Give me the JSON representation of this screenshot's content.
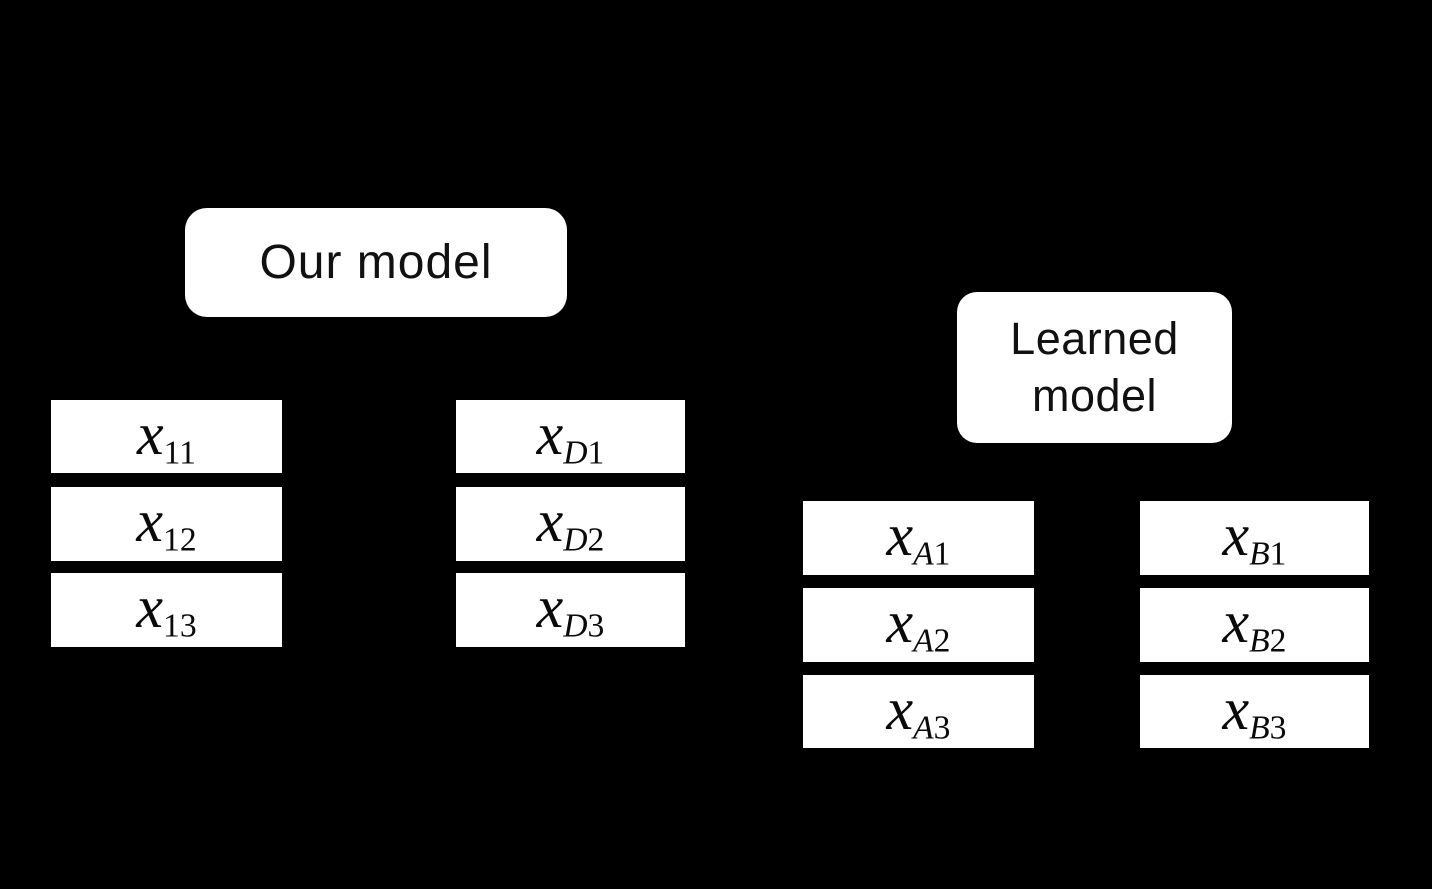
{
  "canvas": {
    "background_color": "#000000",
    "box_fill_color": "#ffffff",
    "text_color": "#0a0a0a"
  },
  "labels": {
    "our_model": "Our model",
    "learned_model": "Learned model"
  },
  "columns": [
    {
      "group": "our-model",
      "cells": [
        {
          "base": "x",
          "sub_letter": "",
          "sub_num": "11"
        },
        {
          "base": "x",
          "sub_letter": "",
          "sub_num": "12"
        },
        {
          "base": "x",
          "sub_letter": "",
          "sub_num": "13"
        }
      ]
    },
    {
      "group": "our-model",
      "cells": [
        {
          "base": "x",
          "sub_letter": "D",
          "sub_num": "1"
        },
        {
          "base": "x",
          "sub_letter": "D",
          "sub_num": "2"
        },
        {
          "base": "x",
          "sub_letter": "D",
          "sub_num": "3"
        }
      ]
    },
    {
      "group": "learned-model",
      "cells": [
        {
          "base": "x",
          "sub_letter": "A",
          "sub_num": "1"
        },
        {
          "base": "x",
          "sub_letter": "A",
          "sub_num": "2"
        },
        {
          "base": "x",
          "sub_letter": "A",
          "sub_num": "3"
        }
      ]
    },
    {
      "group": "learned-model",
      "cells": [
        {
          "base": "x",
          "sub_letter": "B",
          "sub_num": "1"
        },
        {
          "base": "x",
          "sub_letter": "B",
          "sub_num": "2"
        },
        {
          "base": "x",
          "sub_letter": "B",
          "sub_num": "3"
        }
      ]
    }
  ]
}
